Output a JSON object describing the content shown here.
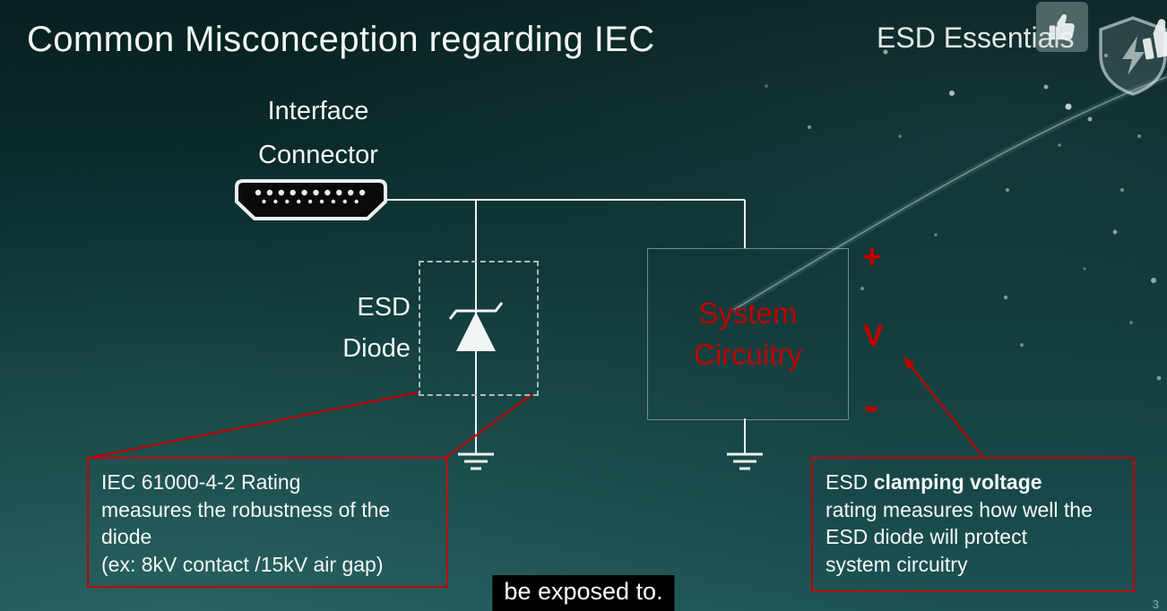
{
  "title": "Common Misconception regarding IEC",
  "brand": {
    "name": "ESD Essentials",
    "shield_icon": "shield-lightning-icon",
    "like_icon": "thumbs-up-icon"
  },
  "page_number": "3",
  "caption": "be exposed to.",
  "diagram": {
    "interface_connector": {
      "line1": "Interface",
      "line2": "Connector"
    },
    "esd_diode": {
      "line1": "ESD",
      "line2": "Diode"
    },
    "system_circuitry": {
      "line1": "System",
      "line2": "Circuitry"
    },
    "voltage_marks": {
      "plus": "+",
      "v": "V",
      "minus": "-"
    }
  },
  "callout_left": {
    "line1": "IEC 61000-4-2 Rating",
    "line2": "measures the robustness of the",
    "line3": "diode",
    "line4": "(ex: 8kV contact /15kV air gap)"
  },
  "callout_right": {
    "line1_lead": "ESD",
    "line1_bold": "clamping voltage",
    "line2": "rating measures how well the",
    "line3": "ESD diode will protect",
    "line4": "system circuitry"
  },
  "colors": {
    "accent_red": "#c00000",
    "text": "#f2f2f2",
    "bg_top": "#07201f",
    "bg_bottom": "#1d5354"
  }
}
